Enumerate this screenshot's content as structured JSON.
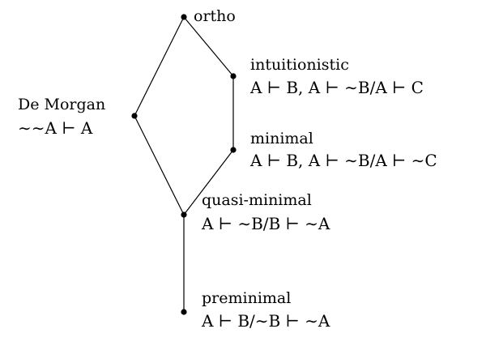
{
  "nodes": {
    "ortho": {
      "label": "ortho"
    },
    "intuitionistic": {
      "label": "intuitionistic",
      "rule": "A ⊢ B, A ⊢ ∼B/A ⊢ C"
    },
    "de_morgan": {
      "label": "De Morgan",
      "rule": "∼∼A ⊢ A"
    },
    "minimal": {
      "label": "minimal",
      "rule": "A ⊢ B, A ⊢ ∼B/A ⊢ ∼C"
    },
    "quasi_minimal": {
      "label": "quasi-minimal",
      "rule": "A ⊢ ∼B/B ⊢ ∼A"
    },
    "preminimal": {
      "label": "preminimal",
      "rule": "A ⊢ B/∼B ⊢ ∼A"
    }
  },
  "edges": [
    [
      "ortho",
      "de_morgan"
    ],
    [
      "ortho",
      "intuitionistic"
    ],
    [
      "intuitionistic",
      "minimal"
    ],
    [
      "de_morgan",
      "quasi_minimal"
    ],
    [
      "minimal",
      "quasi_minimal"
    ],
    [
      "quasi_minimal",
      "preminimal"
    ]
  ],
  "colors": {
    "ink": "#000000",
    "background": "#ffffff"
  }
}
